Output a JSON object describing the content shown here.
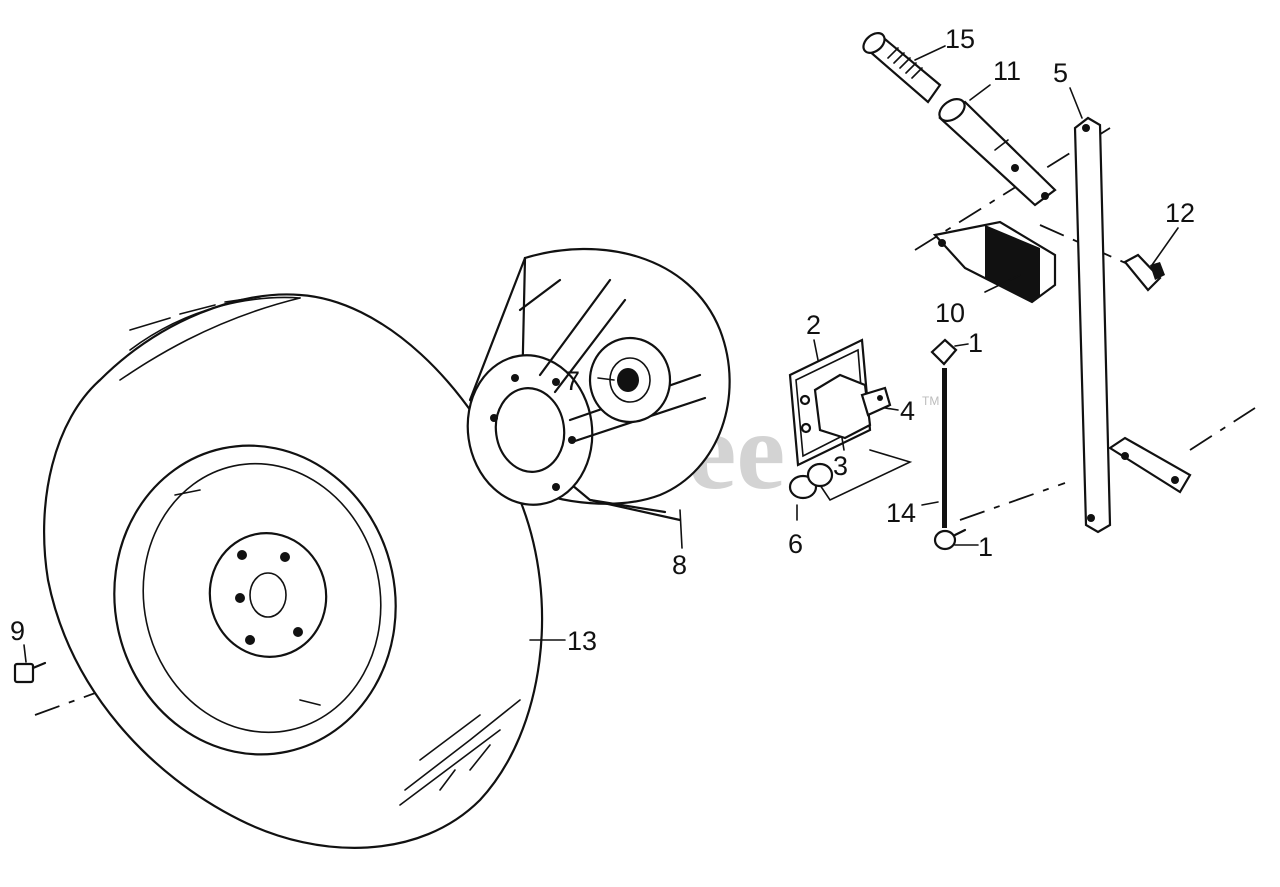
{
  "watermark": {
    "text": "PartsTree",
    "trademark": "TM"
  },
  "callouts": [
    {
      "id": "c15",
      "number": "15"
    },
    {
      "id": "c11",
      "number": "11"
    },
    {
      "id": "c5",
      "number": "5"
    },
    {
      "id": "c12",
      "number": "12"
    },
    {
      "id": "c10",
      "number": "10"
    },
    {
      "id": "c2",
      "number": "2"
    },
    {
      "id": "c1a",
      "number": "1"
    },
    {
      "id": "c7",
      "number": "7"
    },
    {
      "id": "c4",
      "number": "4"
    },
    {
      "id": "c3",
      "number": "3"
    },
    {
      "id": "c14",
      "number": "14"
    },
    {
      "id": "c6",
      "number": "6"
    },
    {
      "id": "c1b",
      "number": "1"
    },
    {
      "id": "c8",
      "number": "8"
    },
    {
      "id": "c9",
      "number": "9"
    },
    {
      "id": "c13",
      "number": "13"
    }
  ]
}
